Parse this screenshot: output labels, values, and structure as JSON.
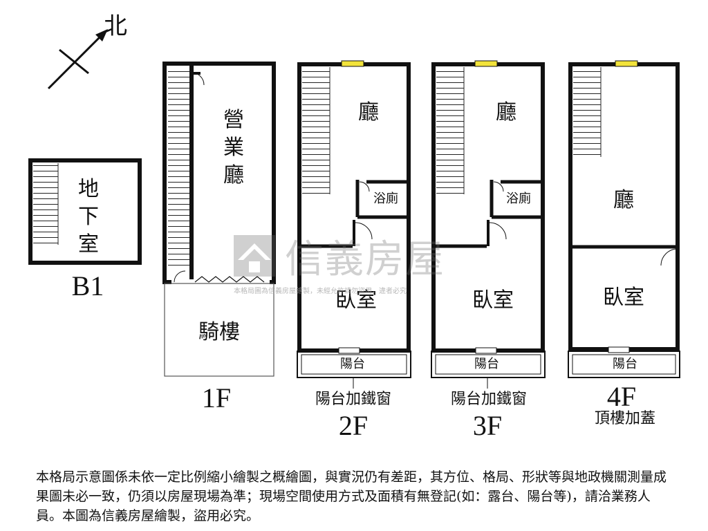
{
  "compass": {
    "north_label": "北"
  },
  "floors": {
    "b1": {
      "label": "B1",
      "room": "地\n下\n室"
    },
    "f1": {
      "label": "1F",
      "main_room": "營\n業\n廳",
      "arcade": "騎樓"
    },
    "f2": {
      "label": "2F",
      "hall": "廳",
      "bath": "浴廁",
      "bedroom": "臥室",
      "balcony": "陽台",
      "note": "陽台加鐵窗"
    },
    "f3": {
      "label": "3F",
      "hall": "廳",
      "bath": "浴廁",
      "bedroom": "臥室",
      "balcony": "陽台",
      "note": "陽台加鐵窗"
    },
    "f4": {
      "label": "4F",
      "hall": "廳",
      "bedroom": "臥室",
      "balcony": "陽台",
      "note": "頂樓加蓋"
    }
  },
  "watermark": {
    "brand": "信義房屋",
    "subtext": "本格局圖為信義房屋繪製，未經允許請勿盜用，違者必究"
  },
  "disclaimer": "本格局示意圖係未依一定比例縮小繪製之概繪圖，與實況仍有差距，其方位、格局、形狀等與地政機關測量成果圖未必一致，仍須以房屋現場為準；現場空間使用方式及面積有無登記(如：露台、陽台等)，請洽業務人員。本圖為信義房屋繪製，盜用必究。",
  "colors": {
    "wall": "#111111",
    "window": "#f2e33a",
    "watermark": "#707070"
  }
}
